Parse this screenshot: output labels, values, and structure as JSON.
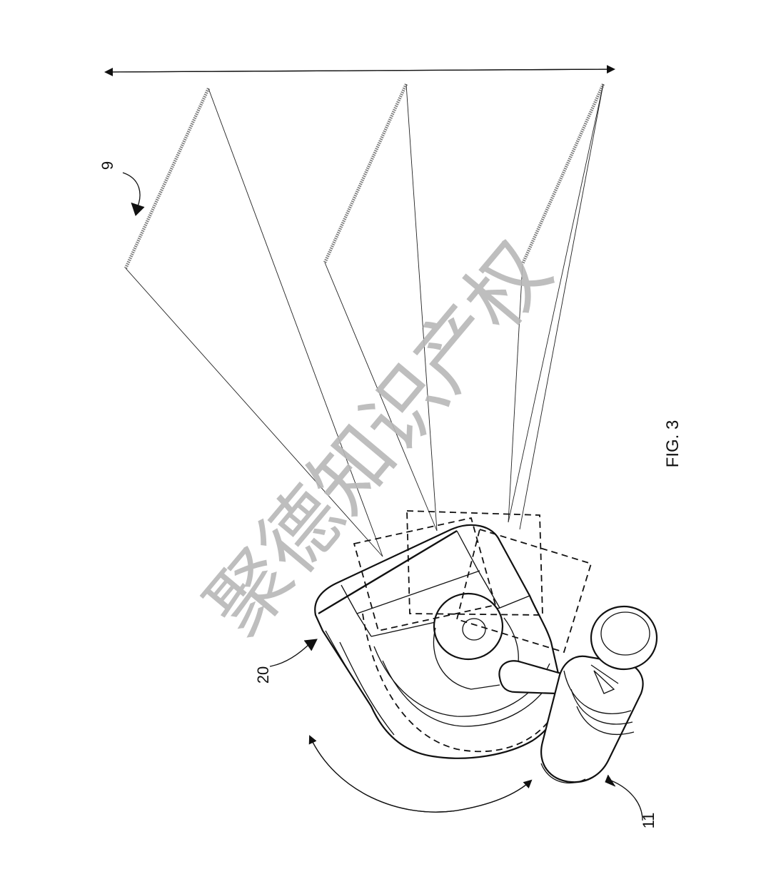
{
  "figure": {
    "caption": "FIG. 3",
    "labels": {
      "panels": "9",
      "head": "20",
      "mount": "11"
    },
    "watermark": "聚德知识产权"
  }
}
